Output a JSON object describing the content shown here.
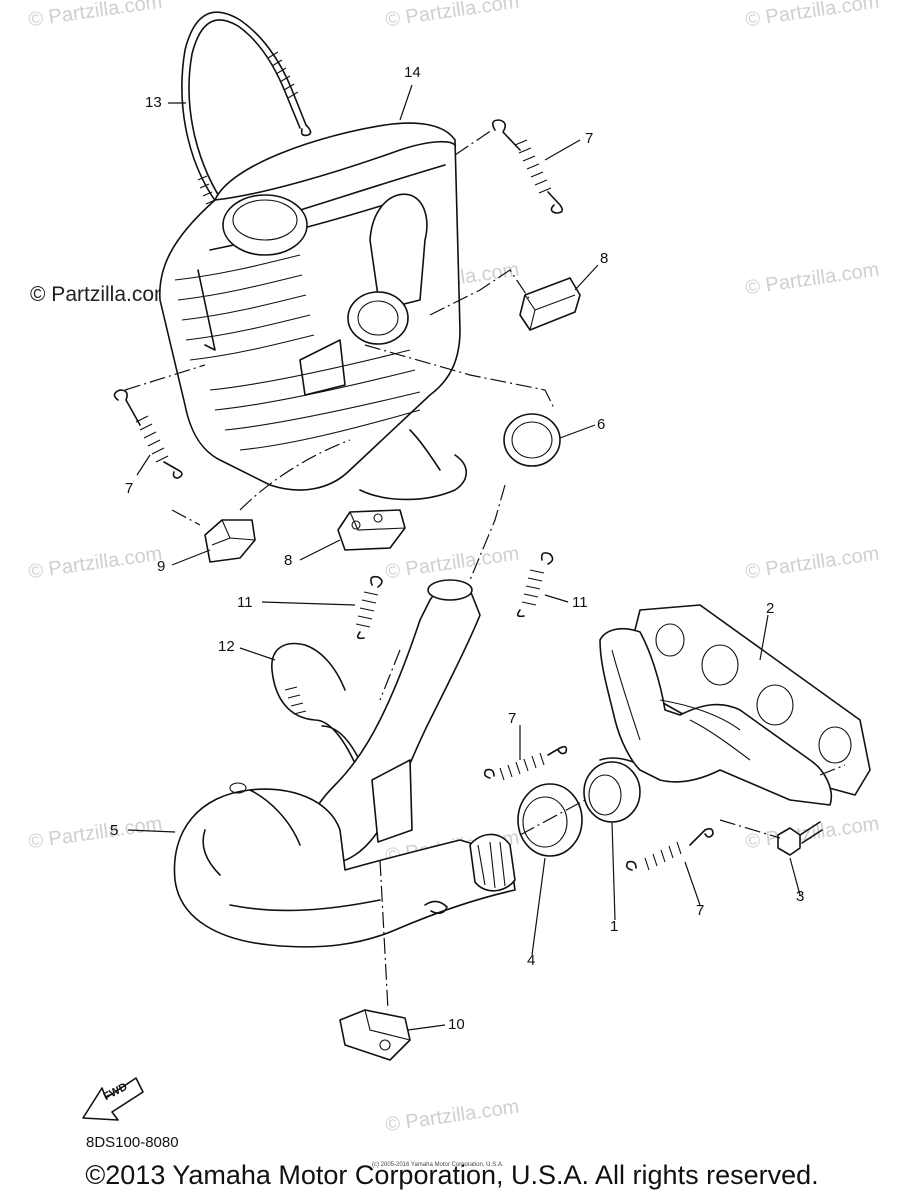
{
  "watermarks": [
    "© Partzilla.com",
    "© Partzilla.com",
    "© Partzilla.com",
    "© Partzilla.com",
    "© Partzilla.com",
    "© Partzilla.com",
    "© Partzilla.com",
    "© Partzilla.com",
    "© Partzilla.com",
    "© Partzilla.com",
    "© Partzilla.com",
    "© Partzilla.com",
    "© Partzilla.com"
  ],
  "parts": {
    "p1": "1",
    "p2": "2",
    "p3": "3",
    "p4": "4",
    "p5": "5",
    "p6": "6",
    "p7a": "7",
    "p7b": "7",
    "p7c": "7",
    "p7d": "7",
    "p8a": "8",
    "p8b": "8",
    "p9": "9",
    "p10": "10",
    "p11a": "11",
    "p11b": "11",
    "p12": "12",
    "p13": "13",
    "p14": "14"
  },
  "fwd_label": "FWD",
  "diagram_code": "8DS100-8080",
  "fine_print": "(c) 2005-2016 Yamaha Motor Corporation, U.S.A.",
  "copyright": "©2013 Yamaha Motor Corporation, U.S.A. All rights reserved."
}
